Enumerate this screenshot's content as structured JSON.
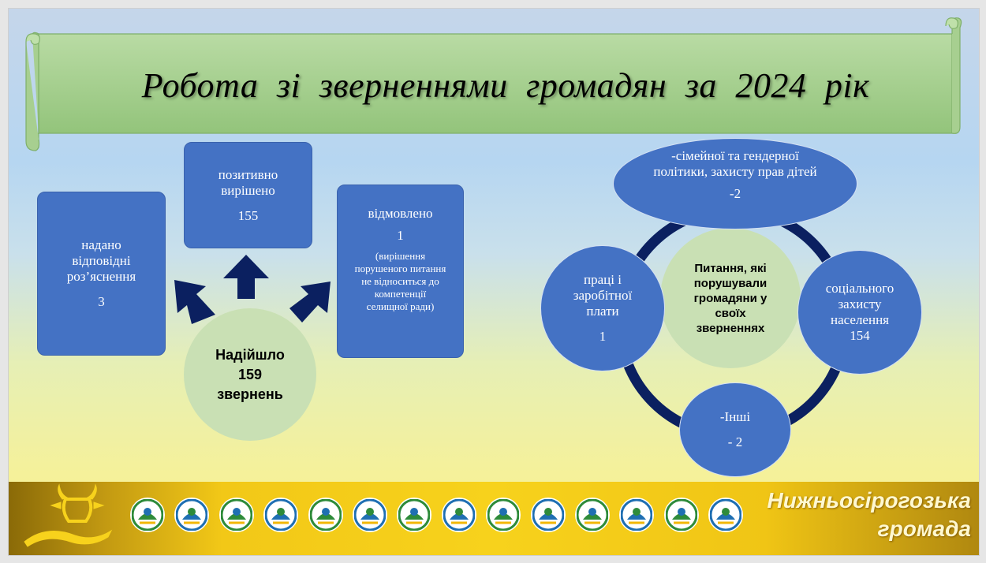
{
  "title": "Робота зі зверненнями громадян за 2024 рік",
  "left_diagram": {
    "center": "Надійшло 159 звернень",
    "boxes": {
      "explained": {
        "label": "надано відповідні роз’яснення",
        "value": "3"
      },
      "resolved": {
        "label": "позитивно вирішено",
        "value": "155"
      },
      "refused": {
        "label": "відмовлено",
        "value": "1",
        "note": "(вирішення порушеного питання не відноситься до компетенції селищної ради)"
      }
    }
  },
  "right_diagram": {
    "center": "Питання, які порушували громадяни у своїх зверненнях",
    "topics": {
      "family": {
        "label": "-сімейної та гендерної політики, захисту прав дітей",
        "value": "-2"
      },
      "social": {
        "label": "соціального захисту населення",
        "value": "154"
      },
      "other": {
        "label": "-Інші",
        "value": "- 2"
      },
      "labor": {
        "label": "праці і заробітної плати",
        "value": "1"
      }
    }
  },
  "footer": {
    "name_line1": "Нижньосірогозька",
    "name_line2": "громада",
    "icons": [
      "sports-icon",
      "agriculture-icon",
      "harvest-icon",
      "medicine-icon",
      "health-icon",
      "care-icon",
      "school-icon",
      "ecology-icon",
      "family-icon",
      "elderly-icon",
      "building-icon",
      "growth-chart-icon",
      "culture-icon",
      "library-icon"
    ]
  },
  "colors": {
    "box_blue": "#4472c4",
    "center_green": "#c9e0b4",
    "arrow_navy": "#0b2060",
    "banner_green": "#a8d08d"
  }
}
